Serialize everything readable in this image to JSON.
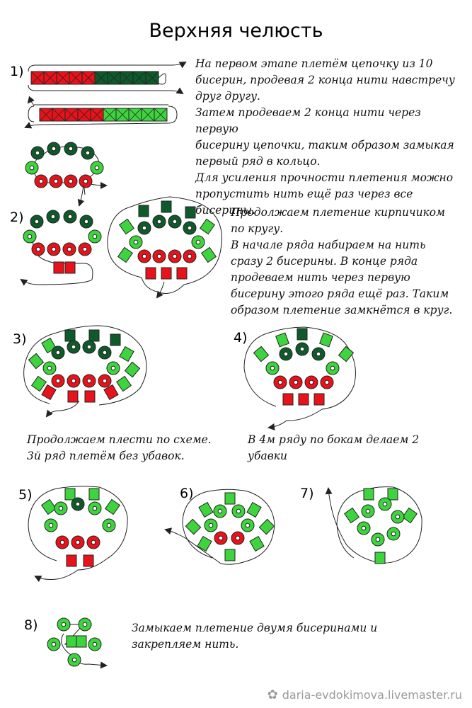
{
  "title": "Верхняя челюсть",
  "steps": [
    "1)",
    "2)",
    "3)",
    "4)",
    "5)",
    "6)",
    "7)",
    "8)"
  ],
  "texts": {
    "t1": [
      "На первом этапе плетём цепочку из 10",
      "бисерин, продевая 2 конца нити навстречу",
      "друг другу.",
      "Затем продеваем 2 конца нити через первую",
      "бисерину цепочки, таким образом замыкая",
      "первый ряд в кольцо.",
      "Для усиления прочности плетения можно",
      "пропустить нить ещё раз через все",
      "бисерины."
    ],
    "t2": [
      "Продолжаем плетение кирпичиком",
      "по кругу.",
      "В начале ряда набираем на нить",
      "сразу 2 бисерины. В конце ряда",
      "продеваем нить через первую",
      "бисерину этого ряда ещё раз. Таким",
      "образом плетение замкнётся в круг."
    ],
    "t3": [
      "Продолжаем плести по схеме.",
      "3й ряд плетём без убавок."
    ],
    "t4": [
      "В 4м ряду по бокам делаем 2",
      "убавки"
    ],
    "t8": [
      "Замыкаем плетение двумя бисеринами и",
      "закрепляем нить."
    ]
  },
  "footer": {
    "icon": "flower-icon",
    "text": "daria-evdokimova.livemaster.ru"
  },
  "colors": {
    "red": "#e8121a",
    "dark_green": "#0e5a2a",
    "light_green": "#3ed43e",
    "thread": "#222222"
  }
}
